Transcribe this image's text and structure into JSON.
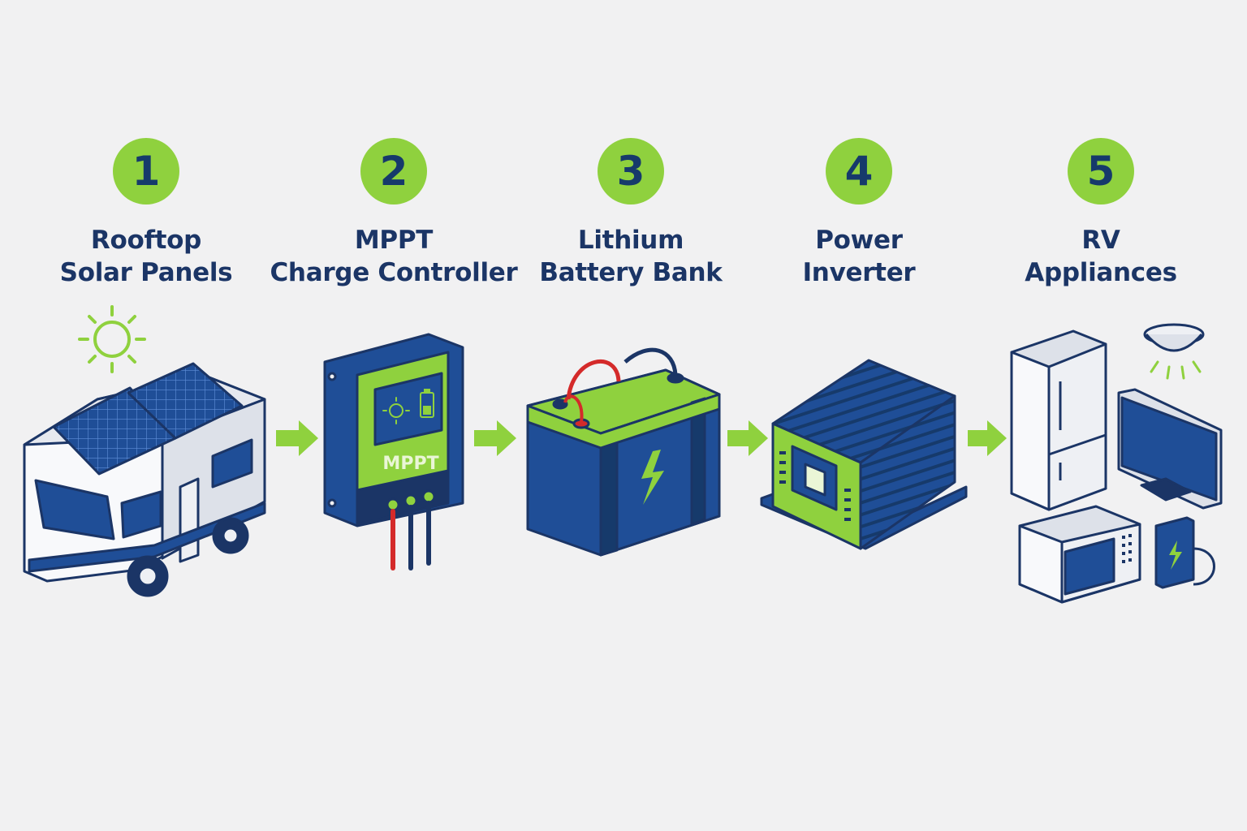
{
  "steps": [
    {
      "number": "1",
      "line1": "Rooftop",
      "line2": "Solar Panels"
    },
    {
      "number": "2",
      "line1": "MPPT",
      "line2": "Charge Controller"
    },
    {
      "number": "3",
      "line1": "Lithium",
      "line2": "Battery Bank"
    },
    {
      "number": "4",
      "line1": "Power",
      "line2": "Inverter"
    },
    {
      "number": "5",
      "line1": "RV",
      "line2": "Appliances"
    }
  ],
  "controller_label": "MPPT",
  "colors": {
    "navy": "#1b3566",
    "blue": "#1f4e97",
    "green": "#8fd13e",
    "background": "#f1f1f2",
    "wire_red": "#d42a2a"
  }
}
